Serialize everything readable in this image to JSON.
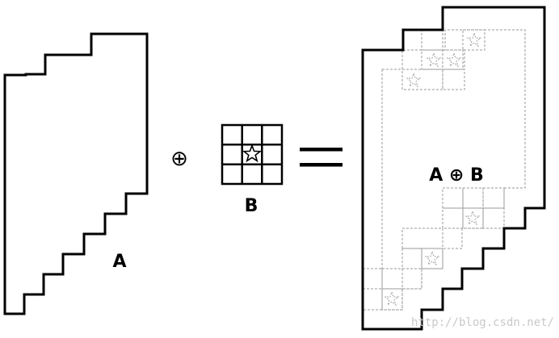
{
  "labels": {
    "set_a": "A",
    "set_b": "B",
    "operator": "⊕",
    "result": "A ⊕ B"
  },
  "watermark": "http://blog.csdn.net/",
  "colors": {
    "outline": "#000000",
    "dilation_grid": "#9a9a9a",
    "watermark": "#c9c9c9"
  }
}
